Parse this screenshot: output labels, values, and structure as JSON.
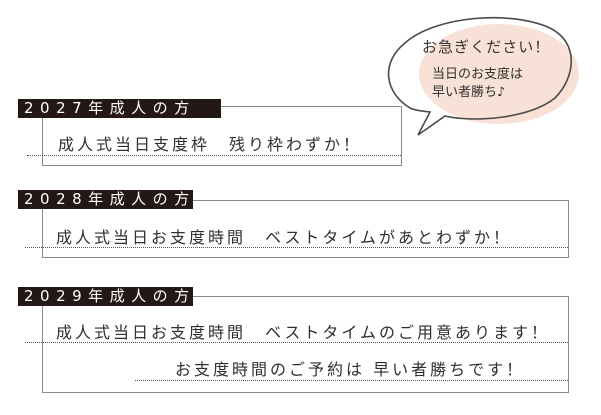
{
  "bubble": {
    "line1": "お急ぎください！",
    "line2": "当日のお支度は",
    "line3": "早い者勝ち♪",
    "fill_color": "#f8e1d6",
    "stroke_color": "#4a4a4a"
  },
  "sections": [
    {
      "label": "2027年成人の方",
      "lines": [
        "成人式当日支度枠　残り枠わずか！"
      ]
    },
    {
      "label": "2028年成人の方",
      "lines": [
        "成人式当日お支度時間　ベストタイムがあとわずか！"
      ]
    },
    {
      "label": "2029年成人の方",
      "lines": [
        "成人式当日お支度時間　ベストタイムのご用意あります！",
        "お支度時間のご予約は 早い者勝ちです！"
      ]
    }
  ],
  "colors": {
    "label_bg": "#231815",
    "label_text": "#ffffff",
    "border": "#8a8a8a"
  }
}
